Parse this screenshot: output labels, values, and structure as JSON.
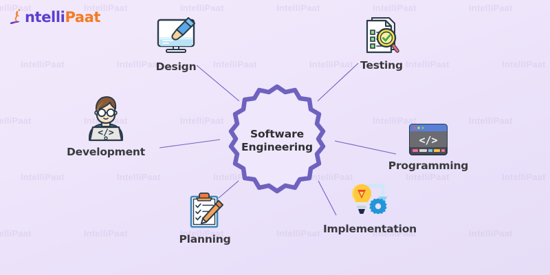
{
  "brand": {
    "logo_name": "intellipaat-logo",
    "logo_text_primary": "ntelli",
    "logo_text_secondary": "Paat",
    "primary_color": "#5b3fd0",
    "secondary_color": "#f47b20"
  },
  "watermark": {
    "text": "IntelliPaat",
    "color": "#cfc2e6"
  },
  "background": {
    "gradient_start": "#f3e9fb",
    "gradient_end": "#e6ddf7"
  },
  "diagram": {
    "type": "hub-and-spoke",
    "center": {
      "label_line1": "Software",
      "label_line2": "Engineering",
      "shape": "gear",
      "outline_color": "#6f62bf",
      "fill_color": "#efe7fb",
      "text_color": "#2f2f33"
    },
    "connector_color": "#6f62bf",
    "nodes": [
      {
        "id": "design",
        "label": "Design",
        "icon": "monitor-paintbrush-icon",
        "position": "top-left"
      },
      {
        "id": "testing",
        "label": "Testing",
        "icon": "document-magnifier-check-icon",
        "position": "top-right"
      },
      {
        "id": "development",
        "label": "Development",
        "icon": "developer-laptop-icon",
        "position": "left"
      },
      {
        "id": "programming",
        "label": "Programming",
        "icon": "code-window-icon",
        "position": "right"
      },
      {
        "id": "planning",
        "label": "Planning",
        "icon": "clipboard-pencil-icon",
        "position": "bottom-left"
      },
      {
        "id": "implementation",
        "label": "Implementation",
        "icon": "lightbulb-gear-arrow-icon",
        "position": "bottom-right"
      }
    ]
  }
}
